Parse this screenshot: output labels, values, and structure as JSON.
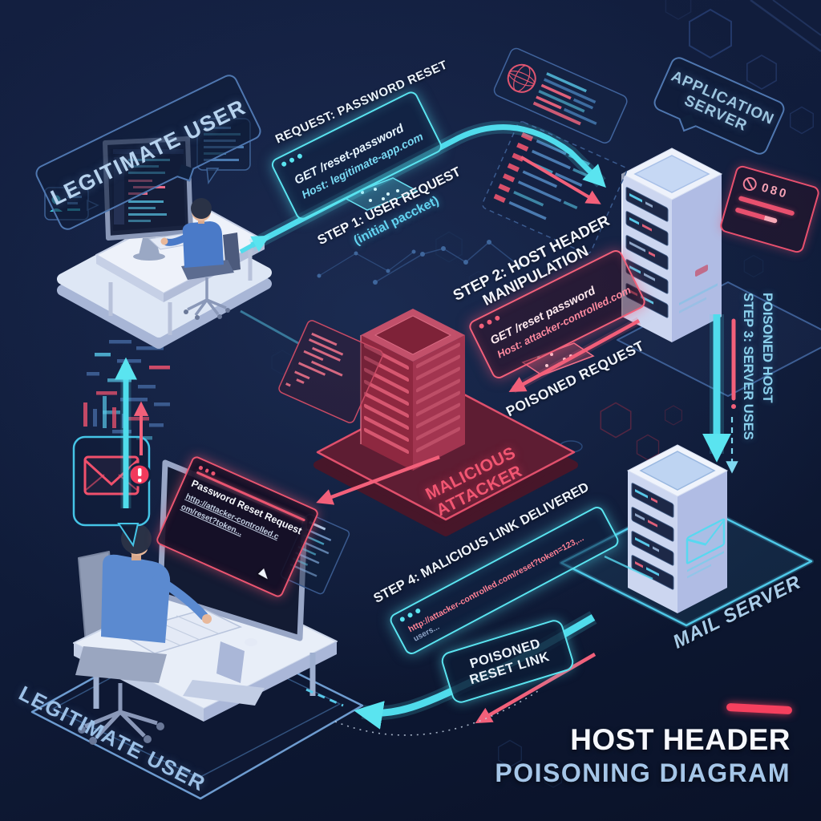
{
  "diagram": {
    "title": {
      "line1": "HOST HEADER",
      "line2": "POISONING DIAGRAM"
    },
    "labels": {
      "legitimate_user_top": "LEGITIMATE USER",
      "legitimate_user_bottom": "LEGITIMATE USER",
      "application_server_line1": "APPLICATION",
      "application_server_line2": "SERVER",
      "mail_server": "MAIL SERVER",
      "malicious_attacker_line1": "MALICIOUS",
      "malicious_attacker_line2": "ATTACKER"
    },
    "step1": {
      "header": "REQUEST: PASSWORD RESET",
      "code_line1": "GET /reset-password",
      "code_line2": "Host: legitimate-app.com",
      "caption": "STEP 1: USER REQUEST",
      "caption_sub": "(initial paccket)"
    },
    "step2": {
      "caption_line1": "STEP 2: HOST HEADER",
      "caption_line2": "MANIPULATION",
      "code_line1": "GET /reset password",
      "code_line2": "Host: attacker-controlled.com",
      "tag": "POISONED REQUEST"
    },
    "step3": {
      "line1": "STEP 3: SERVER USES",
      "line2": "POISONED HOST"
    },
    "step4": {
      "caption": "STEP 4: MALICIOUS LINK DELIVERED",
      "url": "http://attacker-controlled.com/reset?token=123,...",
      "url_line2": "users...",
      "badge_line1": "POISONED",
      "badge_line2": "RESET LINK"
    },
    "victim_screen": {
      "window_title": "Password Reset Request",
      "link_line1": "http://attacker-controlled.c",
      "link_line2": "om/reset?token..."
    },
    "alert_card": {
      "code": "080"
    }
  },
  "colors": {
    "background": "#0e1830",
    "neon_cyan": "#54e0ef",
    "neon_red": "#f0506c",
    "light_blue_text": "#a9c9e8",
    "white_text": "#f2f6fc"
  }
}
